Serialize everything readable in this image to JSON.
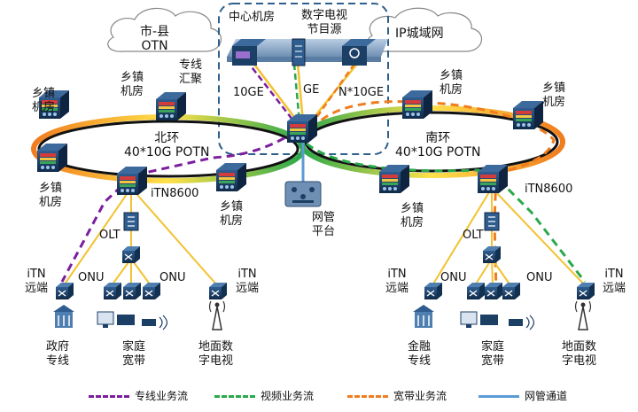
{
  "colors": {
    "dedicated": "#7b1e9e",
    "video": "#2aa84a",
    "broadband": "#f07c1e",
    "management": "#5b9bd5",
    "device_dark": "#1c3f66",
    "ring_dark": "#111111",
    "cloud": "#ffffff"
  },
  "labels": {
    "cloud_otn": "市-县\nOTN",
    "cloud_ip": "IP城域网",
    "center_room": "中心机房",
    "digital_tv_source": "数字电视\n节目源",
    "dedicated_aggregation": "专线\n汇聚",
    "link_10ge": "10GE",
    "link_ge": "GE",
    "link_n10ge": "N*10GE",
    "north_ring": "北环\n40*10G POTN",
    "south_ring": "南环\n40*10G POTN",
    "itn8600_left": "iTN8600",
    "itn8600_right": "iTN8600",
    "nms_platform": "网管\n平台",
    "town_room_left_top": "乡镇\n机房",
    "town_room_left_mid": "乡镇\n机房",
    "town_room_left_bottom": "乡镇\n机房",
    "town_room_north_bottom": "乡镇\n机房",
    "town_room_right_top1": "乡镇\n机房",
    "town_room_right_top2": "乡镇\n机房",
    "town_room_south_bottom": "乡镇\n机房",
    "olt_left": "OLT",
    "olt_right": "OLT",
    "onu_left1": "ONU",
    "onu_left2": "ONU",
    "onu_right1": "ONU",
    "onu_right2": "ONU",
    "itn_remote_l1": "iTN\n远端",
    "itn_remote_l2": "iTN\n远端",
    "itn_remote_r1": "iTN\n远端",
    "itn_remote_r2": "iTN\n远端",
    "gov_line": "政府\n专线",
    "home_broadband_left": "家庭\n宽带",
    "terrestrial_tv_left": "地面数\n字电视",
    "finance_line": "金融\n专线",
    "home_broadband_right": "家庭\n宽带",
    "terrestrial_tv_right": "地面数\n字电视"
  },
  "legend": [
    {
      "label": "专线业务流",
      "color": "#7b1e9e",
      "style": "dashed"
    },
    {
      "label": "视频业务流",
      "color": "#2aa84a",
      "style": "dashed"
    },
    {
      "label": "宽带业务流",
      "color": "#f07c1e",
      "style": "dashed"
    },
    {
      "label": "网管通道",
      "color": "#5b9bd5",
      "style": "solid"
    }
  ]
}
